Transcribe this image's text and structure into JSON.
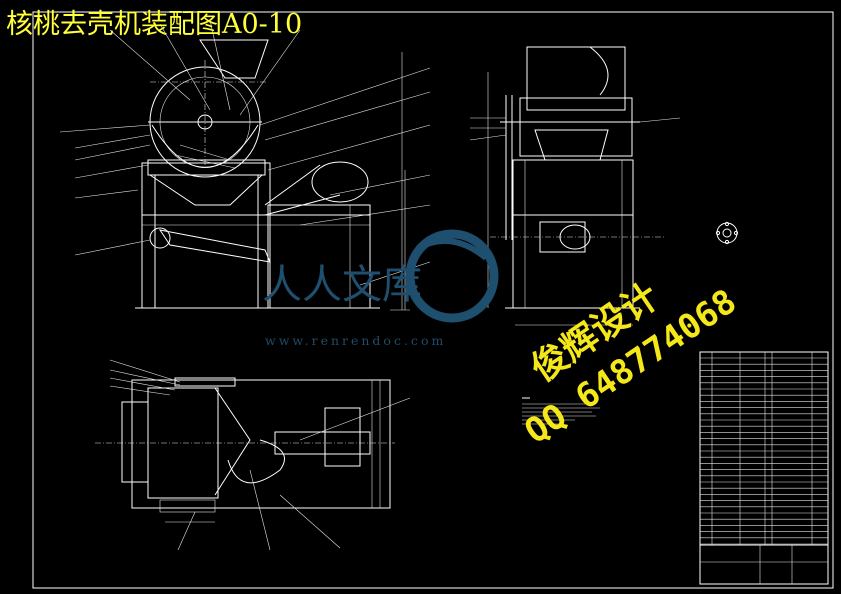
{
  "drawing": {
    "title": "核桃去壳机装配图A0-10",
    "watermark_site": "www.renrendoc.com",
    "watermark_logo_text": "人人文库",
    "stamp_line1": "俊辉设计",
    "stamp_line2": "QQ 648774068"
  },
  "colors": {
    "background": "#000000",
    "linework": "#ffffff",
    "title": "#ffff3a",
    "watermark": "#1f4f6e",
    "stamp": "#f5e81a"
  },
  "icons": {
    "logo": "renrendoc-circle-logo"
  }
}
